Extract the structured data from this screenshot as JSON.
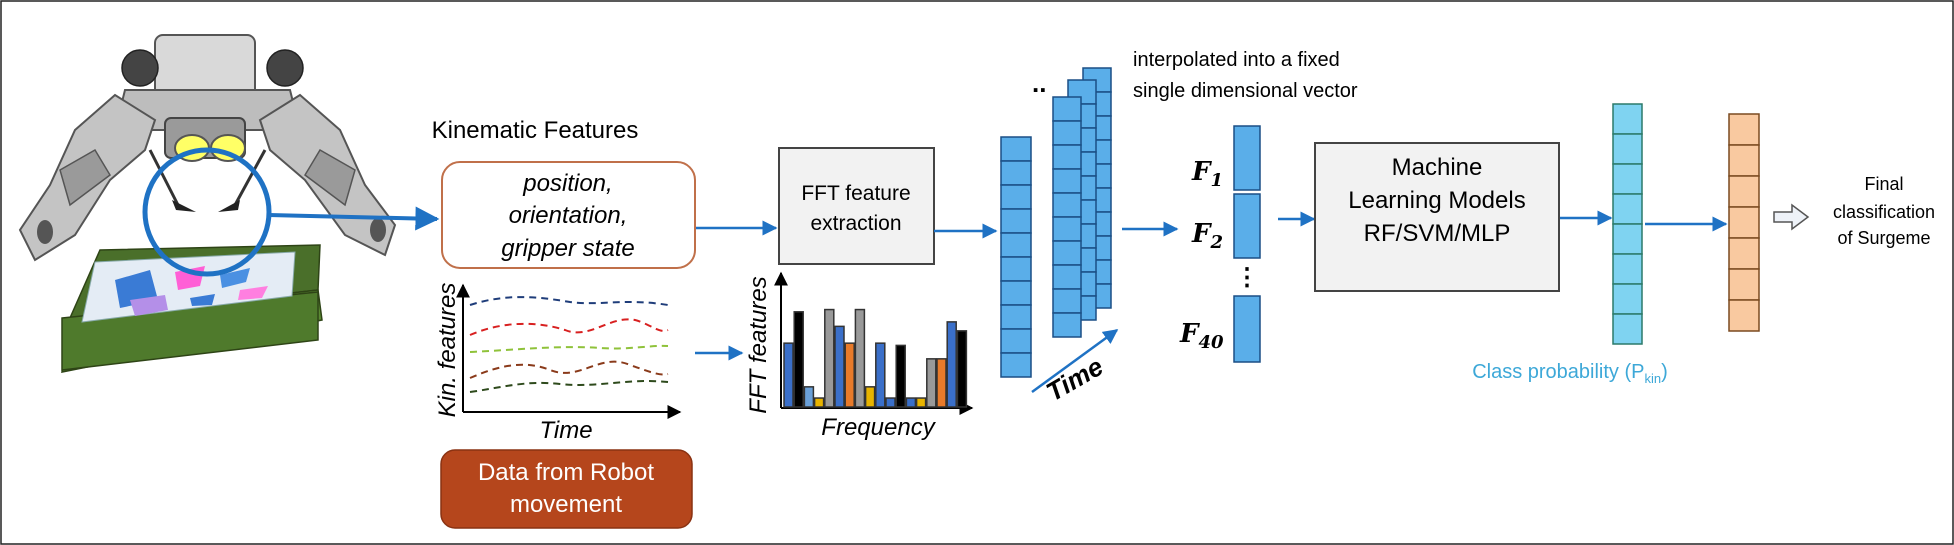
{
  "kinematic": {
    "heading": "Kinematic Features",
    "lines": [
      "position,",
      "orientation,",
      "gripper state"
    ]
  },
  "kin_plot": {
    "ylabel": "Kin. features",
    "xlabel": "Time"
  },
  "robot_box": {
    "lines": [
      "Data from Robot",
      "movement"
    ]
  },
  "fft_box": {
    "lines": [
      "FFT feature",
      "extraction"
    ]
  },
  "fft_plot": {
    "ylabel": "FFT features",
    "xlabel": "Frequency"
  },
  "stack": {
    "dots": "..",
    "time_label": "Time"
  },
  "interp": {
    "lines": [
      "interpolated into a fixed",
      "single dimensional vector"
    ]
  },
  "features": {
    "f1_base": "F",
    "f1_sub": "1",
    "f2_base": "F",
    "f2_sub": "2",
    "f40_base": "F",
    "f40_sub": "40",
    "dots": "⋮"
  },
  "ml_box": {
    "lines": [
      "Machine",
      "Learning Models",
      "RF/SVM/MLP"
    ]
  },
  "class_prob": {
    "text": "Class probability (P",
    "sub": "kin",
    "close": ")"
  },
  "final": {
    "lines": [
      "Final",
      "classification",
      "of Surgeme"
    ]
  },
  "colors": {
    "arrow": "#1f72c4",
    "robot_box": "#b5461c",
    "kin_box_border": "#c0704a",
    "stack_blue": "#5aaee9",
    "prob_cyan": "#7fd3f1",
    "prob_orange": "#f9c9a0",
    "class_text": "#3da8d8"
  }
}
